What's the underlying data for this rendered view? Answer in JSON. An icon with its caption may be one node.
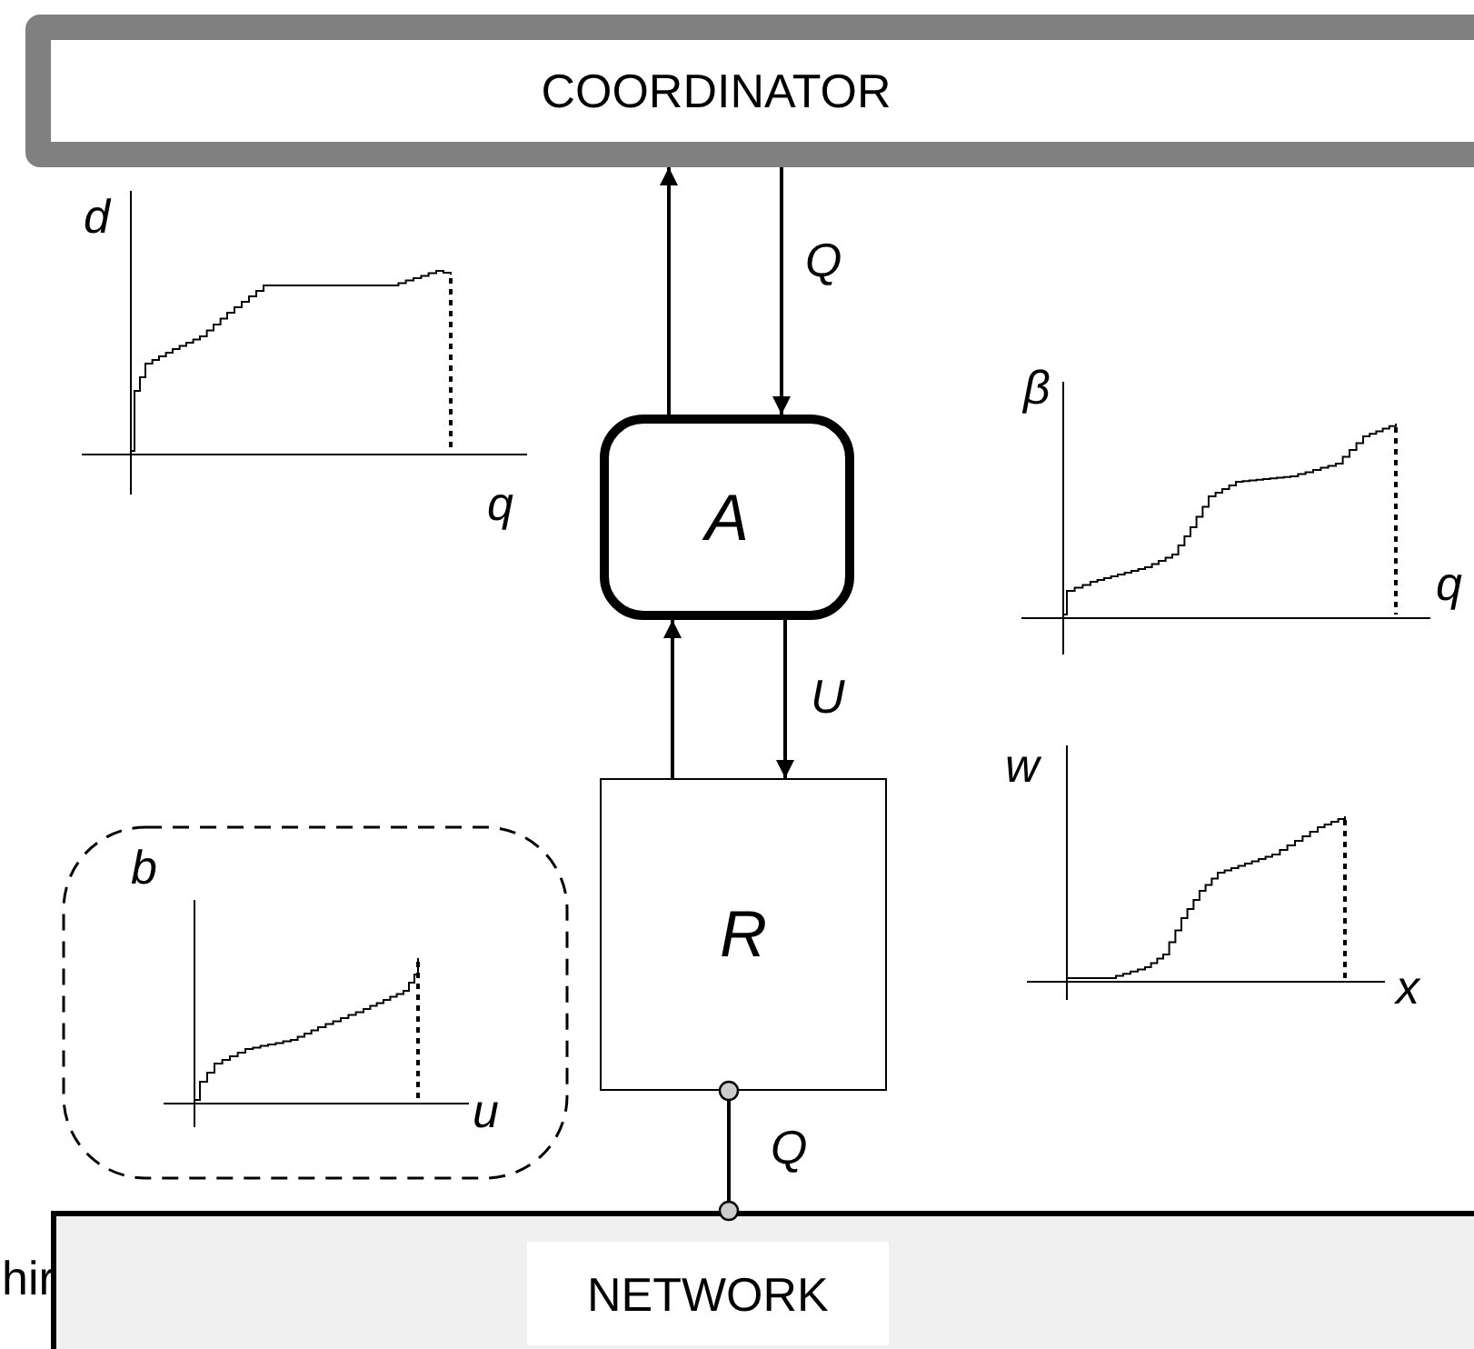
{
  "diagram": {
    "nodes": [
      {
        "text": [
          "COORDINATOR"
        ]
      },
      {
        "text": [
          "A"
        ]
      },
      {
        "text": [
          "R"
        ]
      },
      {
        "text": [
          "NETWORK"
        ]
      }
    ],
    "edges": [
      {
        "from": 1,
        "to": 0,
        "arrow": "to"
      },
      {
        "from": 0,
        "to": 1,
        "arrow": "to",
        "label": "Q"
      },
      {
        "from": 2,
        "to": 1,
        "arrow": "to"
      },
      {
        "from": 1,
        "to": 2,
        "arrow": "to",
        "label": "U"
      },
      {
        "from": 2,
        "to": 3,
        "arrow": "other",
        "label": "Q"
      }
    ],
    "labels": [
      "d",
      "q",
      "β",
      "q",
      "w",
      "x",
      "b",
      "u",
      "hir"
    ]
  }
}
